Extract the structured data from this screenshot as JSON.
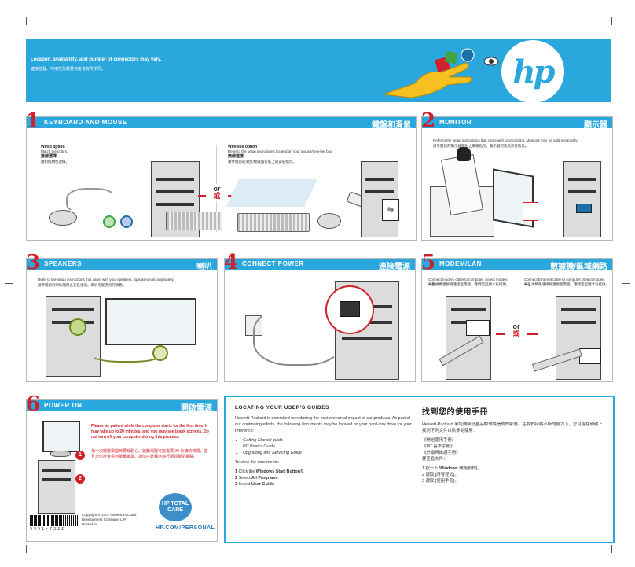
{
  "banner": {
    "note_en": "Location, availability, and number of connectors may vary.",
    "note_zh": "連接位置、可用性及數量可能會有所不同。",
    "logo": "hp"
  },
  "or": {
    "en": "or",
    "zh": "或"
  },
  "panels": {
    "keyboard_mouse": {
      "num": "1",
      "title_en": "KEYBOARD AND MOUSE",
      "title_zh": "鍵盤和滑鼠",
      "wired_title": "Wired option",
      "wired_note": "Match the colors.",
      "wired_title_zh": "接線選擇",
      "wired_note_zh": "請對照顏色連線。",
      "wireless_title": "Wireless option",
      "wireless_note": "Refer to the setup instructions located on your mouse/receiver box.",
      "wireless_title_zh": "無線連接",
      "wireless_note_zh": "請參閱您的滑鼠/接收器包裝上的安裝指示。"
    },
    "monitor": {
      "num": "2",
      "title_en": "MONITOR",
      "title_zh": "顯示器",
      "note": "Refer to the setup instructions that came with your monitor. Monitors may be sold separately.",
      "note_zh": "請參閱您的顯示器隨附之安裝指示。顯示器可能為另行販售。"
    },
    "speakers": {
      "num": "3",
      "title_en": "SPEAKERS",
      "title_zh": "喇叭",
      "note": "Refer to the setup instructions that came with your speakers. Speakers sold separately.",
      "note_zh": "請參閱您的喇叭隨附之安裝指示。喇叭可能為另行販售。"
    },
    "power": {
      "num": "4",
      "title_en": "CONNECT POWER",
      "title_zh": "連接電源"
    },
    "modem": {
      "num": "5",
      "title_en": "MODEM/LAN",
      "title_zh": "數據機/區域網路",
      "modem_note": "Connect modem cable to computer. Select models only.",
      "modem_note_zh": "將數據機連接線連接至電腦。僅特定型號才有提供。",
      "lan_note": "Connect Ethernet cable to computer. Select models only.",
      "lan_note_zh": "將乙太網路連接線連接至電腦。僅特定型號才有提供。"
    },
    "power_on": {
      "num": "6",
      "title_en": "POWER ON",
      "title_zh": "開啟電源",
      "warn_en": "Please be patient while the computer starts for the first time. It may take up to 20 minutes, and you may see blank screens. Do not turn off your computer during this process.",
      "warn_zh": "第一次啟動電腦時要有耐心。啟動電腦可能需要 20 分鐘的時間，並且您可能會看到螢幕變黑。請勿在此程序執行期間關閉電腦。",
      "step1": "1",
      "step2": "2",
      "copyright": "Copyright © 2007 Hewlett-Packard Development Company, L.P.",
      "printed": "Printed in",
      "barcode": "5991-7322",
      "care_logo": "HP TOTAL CARE",
      "care_url": "HP.COM/PERSONAL"
    }
  },
  "guides": {
    "title_en": "LOCATING YOUR USER'S GUIDES",
    "intro": "Hewlett-Packard is commited to reducing the environmental impact of our products. As part of our continuing efforts, the following documents may be located on your hard disk drive for your reference:",
    "docs": [
      "Getting Started guide",
      "PC Basics Guide",
      "Upgrading and Servicing Guide"
    ],
    "view": "To view the documents:",
    "steps": [
      {
        "n": "1",
        "pre": "Click the ",
        "bold": "Windows Start Button",
        "post": "®."
      },
      {
        "n": "2",
        "pre": "Select ",
        "bold": "All Programs",
        "post": "."
      },
      {
        "n": "3",
        "pre": "Select ",
        "bold": "User Guide",
        "post": "."
      }
    ],
    "title_zh": "找到您的使用手冊",
    "intro_zh": "Hewlett-Packard 承諾要降低產品對環境造成的影響。在我們持續不斷的努力下，您可能在硬碟上找到下列文件以供參閱使用：",
    "docs_zh": [
      "《開始使用手冊》",
      "《PC 基本手冊》",
      "《升級與維護手冊》"
    ],
    "view_zh": "要查看文件：",
    "steps_zh": [
      {
        "n": "1",
        "pre": "按一下[",
        "bold": "Windows",
        "post": " 開始按鈕]。"
      },
      {
        "n": "2",
        "pre": "選取 [所有程式]。",
        "bold": "",
        "post": ""
      },
      {
        "n": "3",
        "pre": "選取 [使用手冊]。",
        "bold": "",
        "post": ""
      }
    ]
  },
  "colors": {
    "accent": "#2aa7dc",
    "red": "#d0202a"
  }
}
